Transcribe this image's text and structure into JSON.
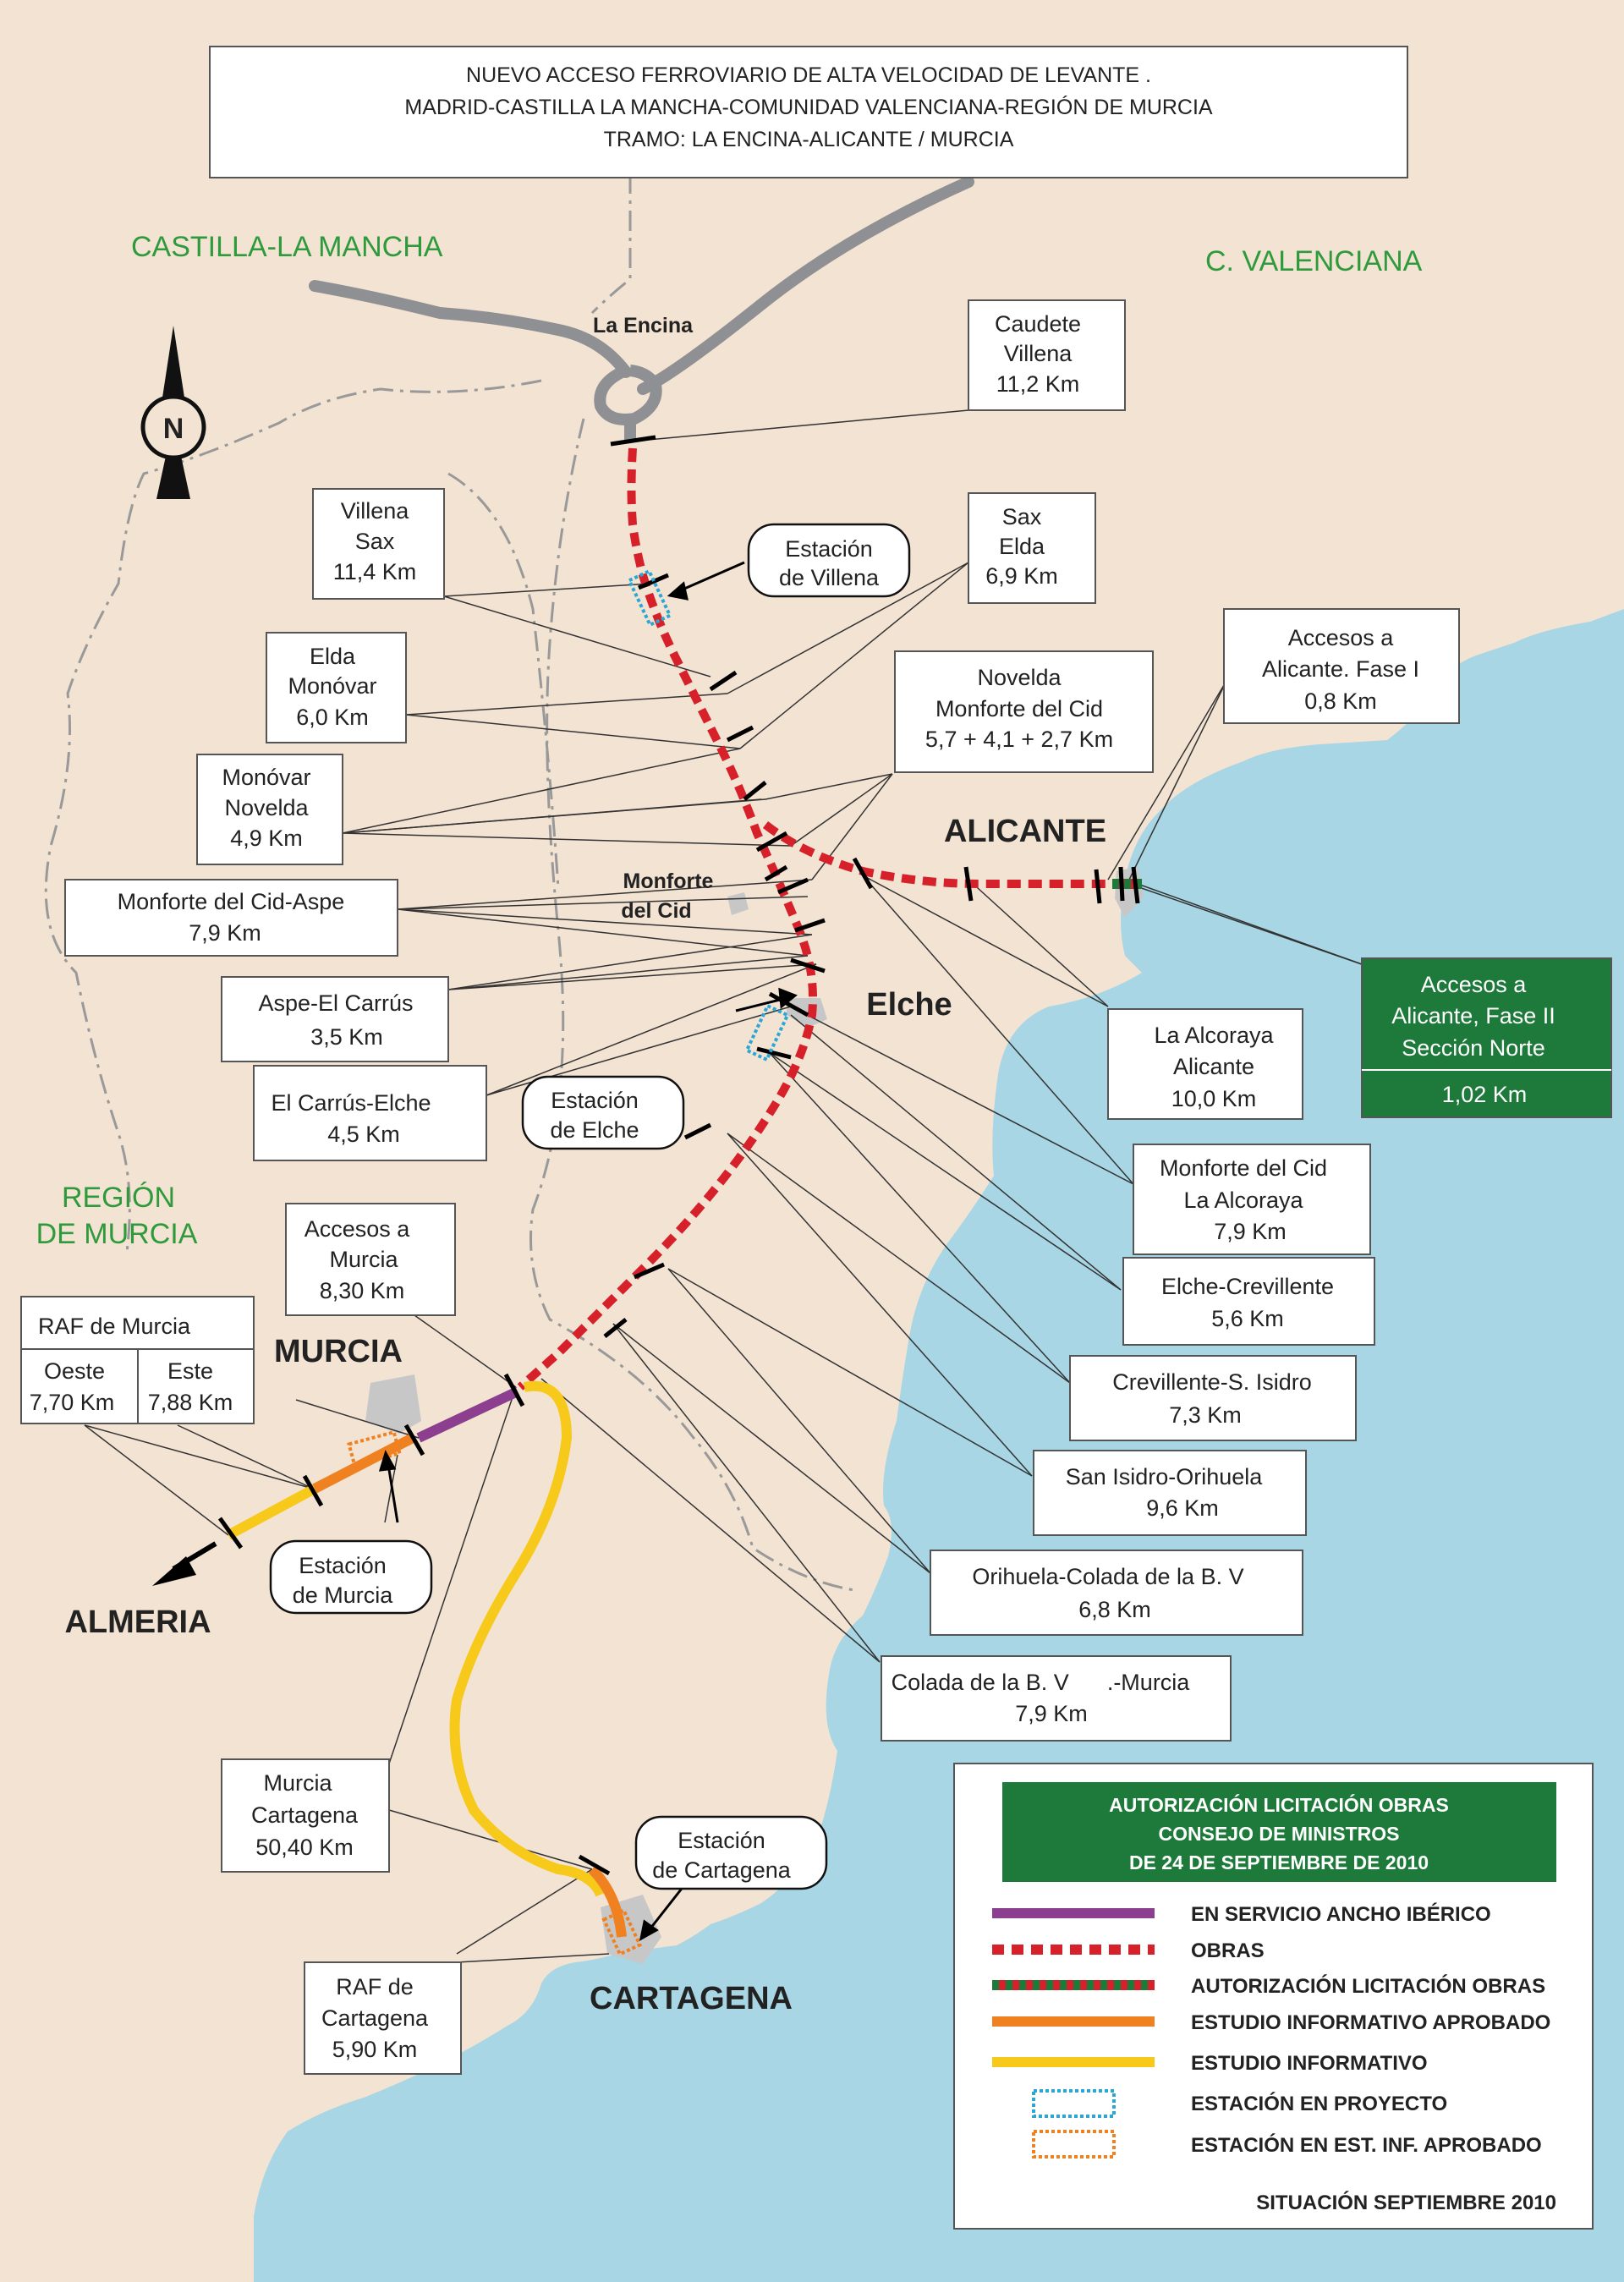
{
  "title": {
    "line1": "NUEVO ACCESO FERROVIARIO DE ALTA VELOCIDAD DE LEVANTE .",
    "line2": "MADRID-CASTILLA LA MANCHA-COMUNIDAD VALENCIANA-REGIÓN DE MURCIA",
    "line3": "TRAMO: LA ENCINA-ALICANTE / MURCIA"
  },
  "regions": {
    "castilla": "CASTILLA-LA MANCHA",
    "valenciana": "C. VALENCIANA",
    "murcia_1": "REGIÓN",
    "murcia_2": "DE MURCIA"
  },
  "compass": "N",
  "places": {
    "la_encina": "La Encina",
    "monforte_1": "Monforte",
    "monforte_2": "del Cid",
    "alicante": "ALICANTE",
    "elche": "Elche",
    "murcia": "MURCIA",
    "almeria": "ALMERIA",
    "cartagena": "CARTAGENA"
  },
  "stations": {
    "villena": [
      "Estación",
      "de Villena"
    ],
    "elche": [
      "Estación",
      "de Elche"
    ],
    "murcia": [
      "Estación",
      "de Murcia"
    ],
    "cartagena": [
      "Estación",
      "de Cartagena"
    ]
  },
  "sections": {
    "caudete_villena": [
      "Caudete",
      "Villena",
      "11,2 Km"
    ],
    "villena_sax": [
      "Villena",
      "Sax",
      "11,4 Km"
    ],
    "sax_elda": [
      "Sax",
      "Elda",
      "6,9 Km"
    ],
    "elda_monovar": [
      "Elda",
      "Monóvar",
      "6,0 Km"
    ],
    "novelda_monforte": [
      "Novelda",
      "Monforte del Cid",
      "5,7 + 4,1 + 2,7 Km"
    ],
    "accesos_alicante_1": [
      "Accesos a",
      "Alicante. Fase I",
      "0,8 Km"
    ],
    "monovar_novelda": [
      "Monóvar",
      "Novelda",
      "4,9 Km"
    ],
    "monforte_aspe": [
      "Monforte del Cid-Aspe",
      "7,9 Km"
    ],
    "aspe_carrus": [
      "Aspe-El Carrús",
      "3,5 Km"
    ],
    "carrus_elche": [
      "El Carrús-Elche",
      "4,5 Km"
    ],
    "alcoraya_alicante": [
      "La Alcoraya",
      "Alicante",
      "10,0 Km"
    ],
    "accesos_alicante_2": [
      "Accesos a",
      "Alicante, Fase II",
      "Sección Norte",
      "1,02 Km"
    ],
    "monforte_alcoraya": [
      "Monforte del Cid",
      "La Alcoraya",
      "7,9 Km"
    ],
    "elche_crevillente": [
      "Elche-Crevillente",
      "5,6 Km"
    ],
    "accesos_murcia": [
      "Accesos a",
      "Murcia",
      "8,30 Km"
    ],
    "crevillente_isidro": [
      "Crevillente-S. Isidro",
      "7,3 Km"
    ],
    "raf_murcia": {
      "title": "RAF de Murcia",
      "oeste": "Oeste",
      "oeste_km": "7,70 Km",
      "este": "Este",
      "este_km": "7,88 Km"
    },
    "isidro_orihuela": [
      "San Isidro-Orihuela",
      "9,6 Km"
    ],
    "orihuela_colada": [
      "Orihuela-Colada de la B. V",
      "6,8 Km"
    ],
    "colada_murcia": [
      "Colada de la B. V      .-Murcia",
      "7,9 Km"
    ],
    "murcia_cartagena": [
      "Murcia",
      "Cartagena",
      "50,40 Km"
    ],
    "raf_cartagena": [
      "RAF de",
      "Cartagena",
      "5,90 Km"
    ]
  },
  "legend": {
    "header": [
      "AUTORIZACIÓN LICITACIÓN OBRAS",
      "CONSEJO DE MINISTROS",
      "DE 24 DE SEPTIEMBRE DE 2010"
    ],
    "items": [
      "EN SERVICIO ANCHO IBÉRICO",
      "OBRAS",
      "AUTORIZACIÓN LICITACIÓN OBRAS",
      "ESTUDIO INFORMATIVO APROBADO",
      "ESTUDIO INFORMATIVO",
      "ESTACIÓN EN PROYECTO",
      "ESTACIÓN EN EST. INF. APROBADO"
    ],
    "footer": "SITUACIÓN SEPTIEMBRE 2010"
  },
  "colors": {
    "land": "#f3e3d3",
    "sea": "#a8d6e5",
    "obras": "#d6202a",
    "servicio": "#8b3f8e",
    "aprobado": "#ef8121",
    "estudio": "#f7c91a",
    "licitacion": "#1e7a3a",
    "region_text": "#2e9a3c",
    "proyecto": "#2ba7d6"
  }
}
